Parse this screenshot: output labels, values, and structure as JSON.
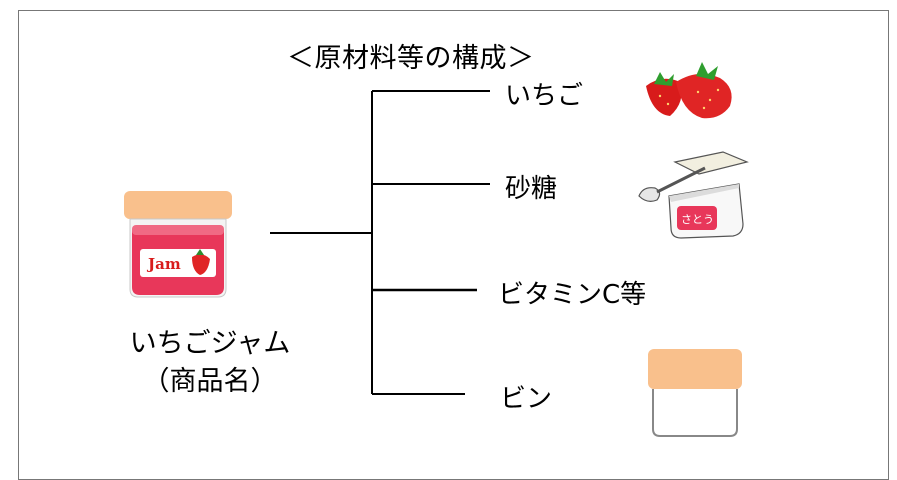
{
  "title": "＜原材料等の構成＞",
  "product": {
    "name": "いちごジャム",
    "subtitle": "（商品名）",
    "jar_label": "Jam"
  },
  "materials": [
    {
      "label": "いちご",
      "icon": "strawberry-icon"
    },
    {
      "label": "砂糖",
      "icon": "sugar-icon",
      "package_text": "さとう"
    },
    {
      "label": "ビタミンC等"
    },
    {
      "label": "ビン",
      "icon": "empty-jar-icon"
    }
  ],
  "colors": {
    "jar_lid": "#f9c08c",
    "jam": "#e8375a",
    "strawberry": "#d81b1b",
    "line": "#000000"
  }
}
